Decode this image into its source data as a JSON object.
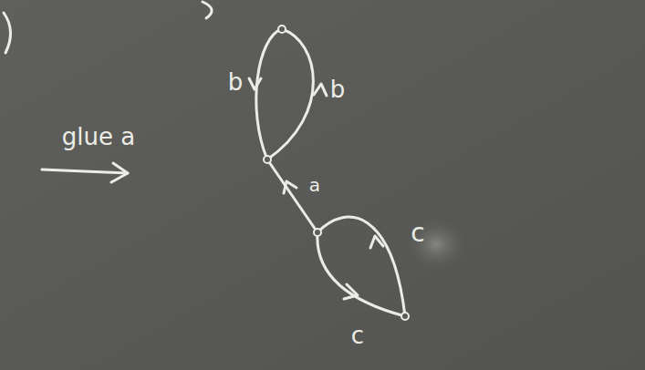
{
  "diagram": {
    "labels": [
      "b",
      "b",
      "glue a",
      "a",
      "c",
      "c"
    ]
  }
}
